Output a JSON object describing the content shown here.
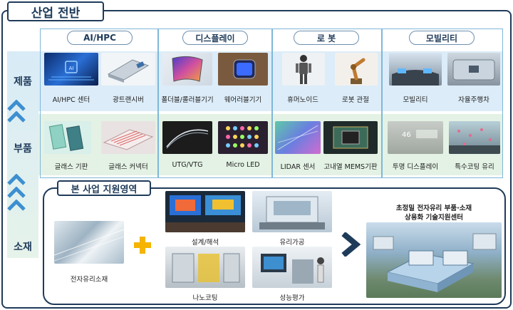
{
  "title": "산업 전반",
  "rail": {
    "product": "제품",
    "part": "부품",
    "material": "소재"
  },
  "columns": [
    {
      "header": "AI/HPC",
      "products": [
        "AI/HPC 센터",
        "광트랜시버"
      ],
      "parts": [
        "글래스 기판",
        "글래스 커넥터"
      ]
    },
    {
      "header": "디스플레이",
      "products": [
        "폴더블/롤러블기기",
        "웨어러블기기"
      ],
      "parts": [
        "UTG/VTG",
        "Micro LED"
      ]
    },
    {
      "header": "로 봇",
      "products": [
        "휴머노이드",
        "로봇 관절"
      ],
      "parts": [
        "LIDAR 센서",
        "고내열 MEMS기판"
      ]
    },
    {
      "header": "모빌리티",
      "products": [
        "모빌리티",
        "자율주행차"
      ],
      "parts": [
        "투명 디스플레이",
        "특수코팅 유리"
      ]
    }
  ],
  "support": {
    "title": "본 사업 지원영역",
    "material_label": "전자유리소재",
    "areas": [
      "설계/해석",
      "유리가공",
      "나노코팅",
      "성능평가"
    ],
    "center_title_line1": "초정밀 전자유리 부품·소재",
    "center_title_line2": "상용화 기술지원센터"
  },
  "colors": {
    "navy": "#1f3b5a",
    "product_band": "#dcecf8",
    "part_band": "#e3f2e4",
    "plus": "#f4b400"
  }
}
